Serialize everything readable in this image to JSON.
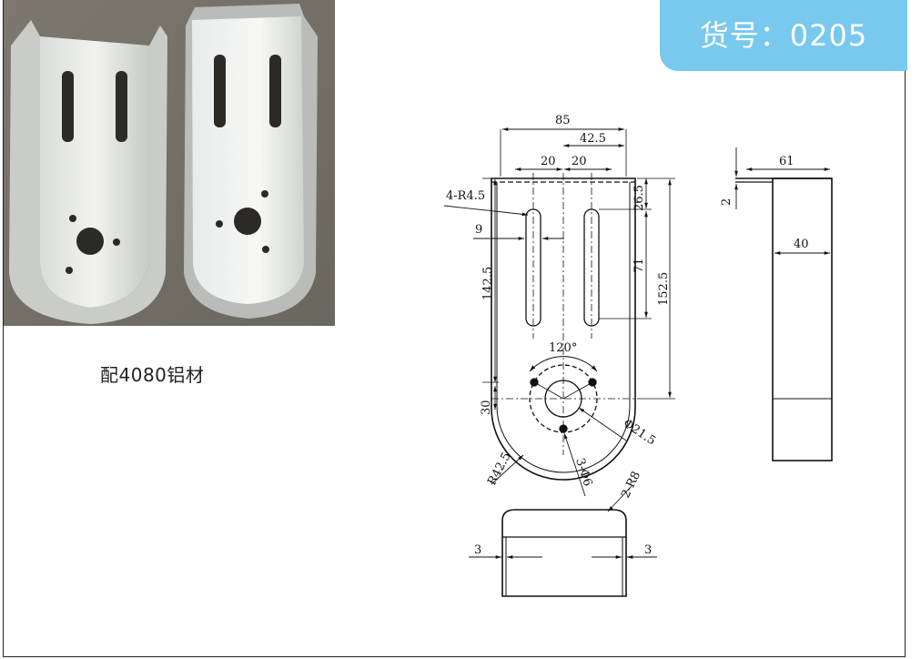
{
  "badge": {
    "label": "货号：0205"
  },
  "photo": {
    "caption": "配4080铝材"
  },
  "drawing": {
    "front_view": {
      "width": "85",
      "half_width": "42.5",
      "slot_offset_left": "20",
      "slot_offset_right": "20",
      "slot_radius": "4-R4.5",
      "slot_width": "9",
      "slot_top": "26.5",
      "slot_length": "71",
      "height_left": "142.5",
      "height_right": "152.5",
      "angle": "120°",
      "bottom_offset": "30",
      "outer_radius": "R42.5",
      "holes": "3-Φ6",
      "center_hole": "Φ21.5",
      "corner_radius": "2-R8"
    },
    "side_view": {
      "flange": "61",
      "thickness": "2",
      "depth": "40"
    },
    "bottom_view": {
      "wall_left": "3",
      "wall_right": "3"
    }
  }
}
